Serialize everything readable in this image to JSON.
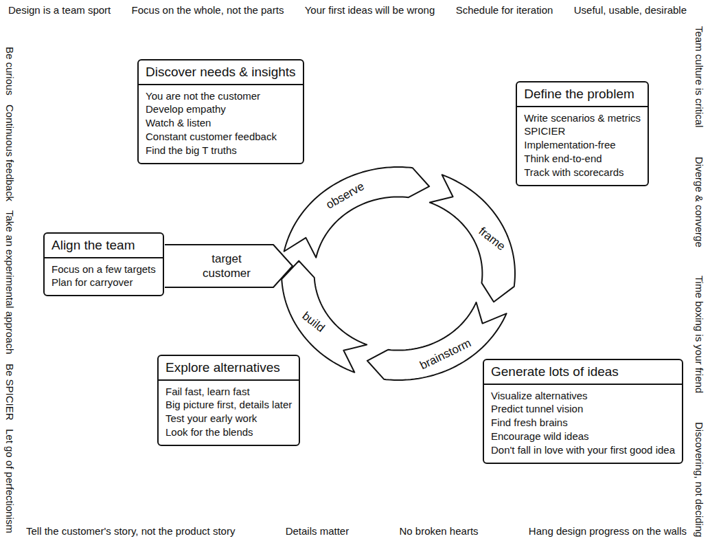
{
  "diagram": {
    "nodes": [
      {
        "text": [
          "Discover needs & insights",
          "You are not the customer",
          "Develop empathy",
          "Watch & listen",
          "Constant customer feedback",
          "Find the big T truths"
        ]
      },
      {
        "text": [
          "Define the problem",
          "Write scenarios & metrics",
          "SPICIER",
          "Implementation-free",
          "Think end-to-end",
          "Track with scorecards"
        ]
      },
      {
        "text": [
          "Align the team",
          "Focus on a few targets",
          "Plan for carryover"
        ]
      },
      {
        "text": [
          "Explore alternatives",
          "Fail fast, learn fast",
          "Big picture first, details later",
          "Test your early work",
          "Look for the blends"
        ]
      },
      {
        "text": [
          "Generate lots of ideas",
          "Visualize alternatives",
          "Predict tunnel vision",
          "Find fresh brains",
          "Encourage wild ideas",
          "Don't fall in love with your first good idea"
        ]
      }
    ],
    "labels": [
      "observe",
      "frame",
      "brainstorm",
      "build",
      "target customer",
      "Design is a team sport",
      "Focus on the whole, not the parts",
      "Your first ideas will be wrong",
      "Schedule for iteration",
      "Useful, usable, desirable",
      "Team culture is critical",
      "Diverge & converge",
      "Time boxing is your friend",
      "Discovering, not deciding",
      "Tell the customer's story, not the product story",
      "Details matter",
      "No broken hearts",
      "Hang design progress on the walls",
      "Be curious",
      "Continuous feedback",
      "Take an experimental approach",
      "Be SPICIER",
      "Let go of perfectionism"
    ]
  }
}
